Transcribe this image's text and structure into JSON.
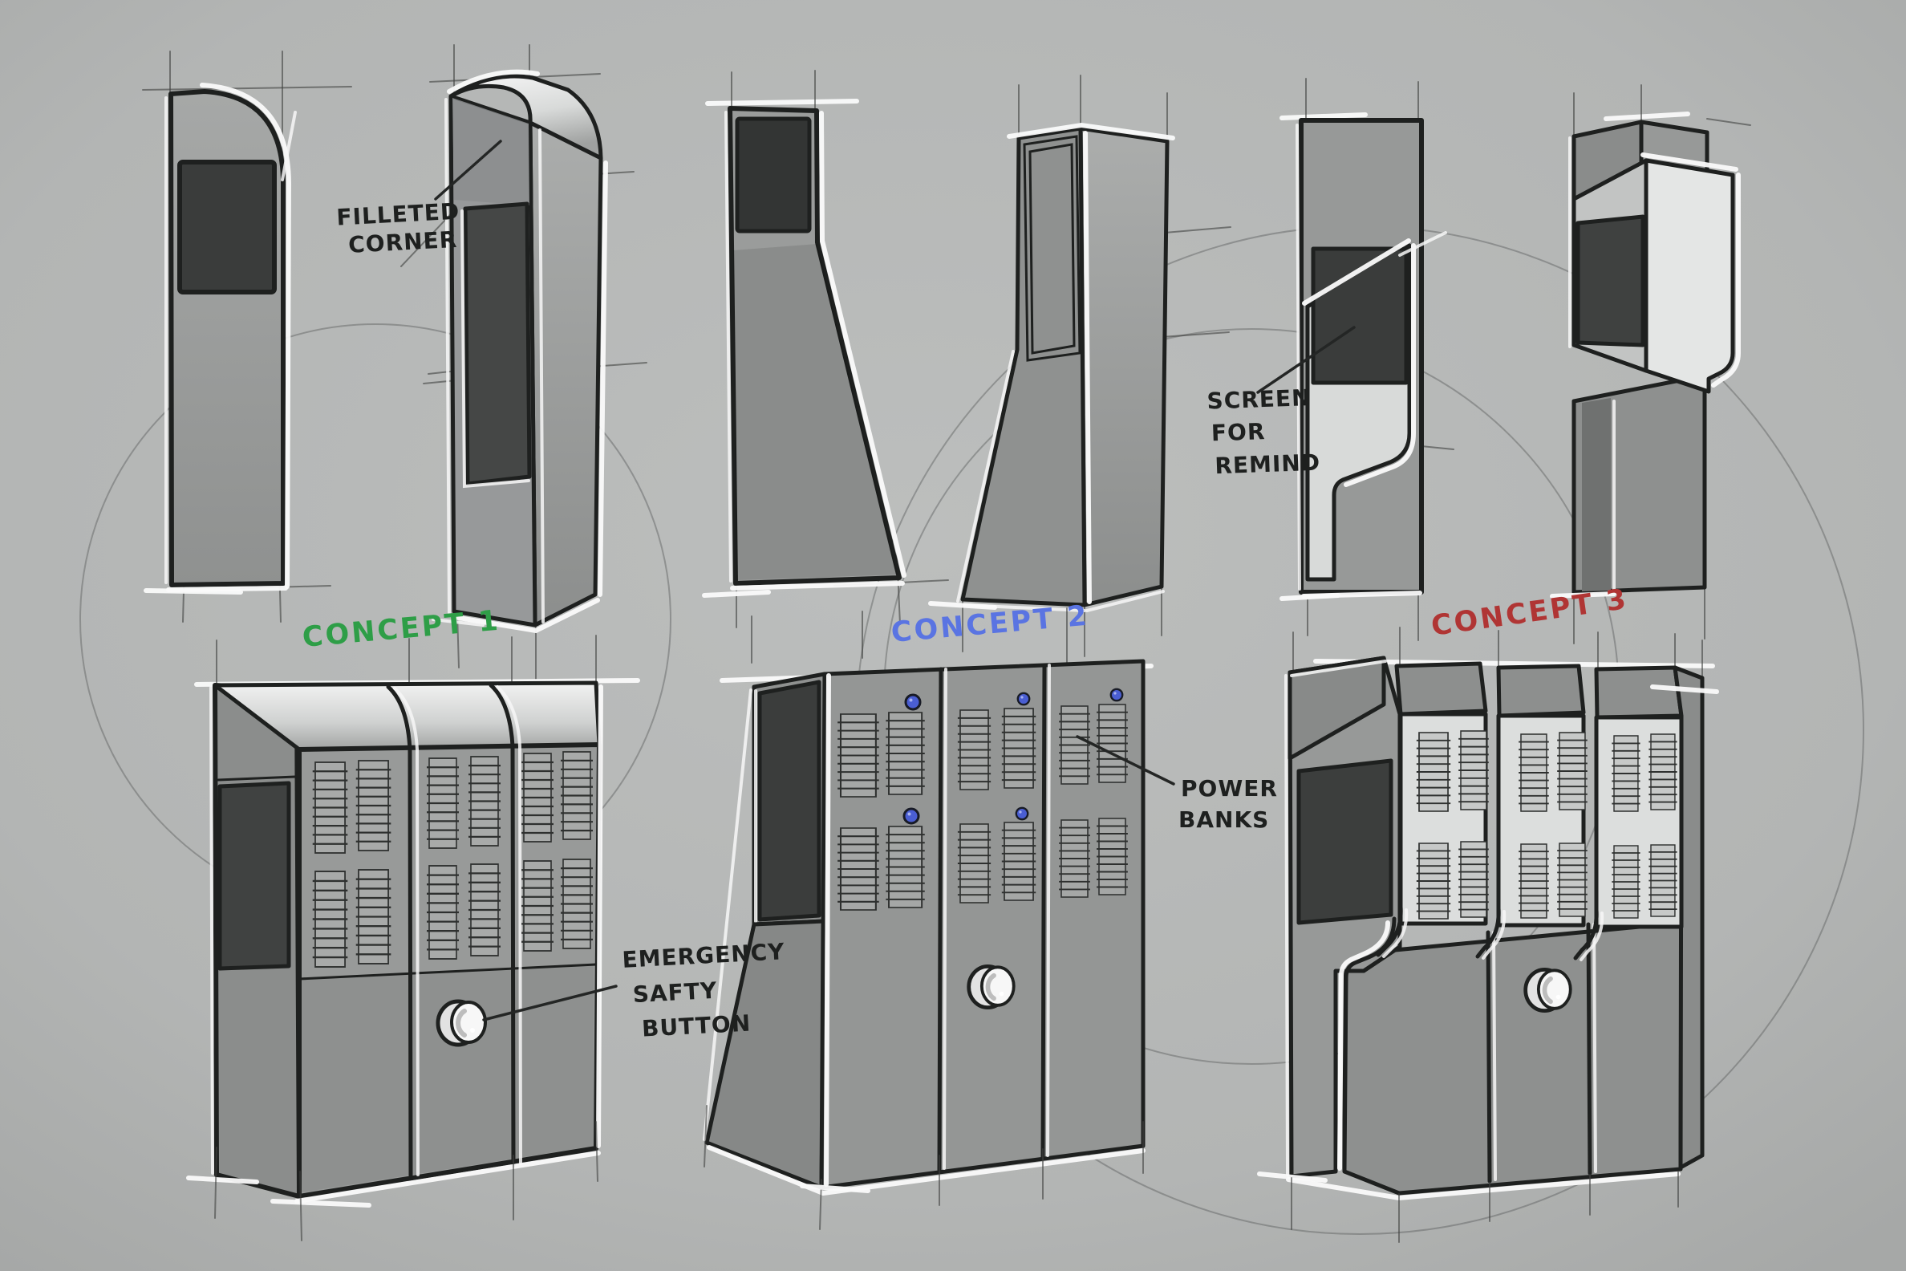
{
  "sheet": {
    "background_color": "#b3b5b4",
    "ink_color": "#1e201f",
    "highlight_color": "#fafafa",
    "led_dot_color": "#4a5ed2"
  },
  "concepts": [
    {
      "label": "CONCEPT 1",
      "color": "#2e9e47"
    },
    {
      "label": "CONCEPT 2",
      "color": "#5a74e2"
    },
    {
      "label": "CONCEPT 3",
      "color": "#b03534"
    }
  ],
  "annotations": {
    "filleted_corner": {
      "line1": "FILLETED",
      "line2": "CORNER"
    },
    "screen_for_remind": {
      "line1": "SCREEN",
      "line2": "FOR",
      "line3": "REMIND"
    },
    "power_banks": {
      "line1": "POWER",
      "line2": "BANKS"
    },
    "emergency_safety_button": {
      "line1": "EMERGENCY",
      "line2": "SAFTY",
      "line3": "BUTTON"
    }
  }
}
